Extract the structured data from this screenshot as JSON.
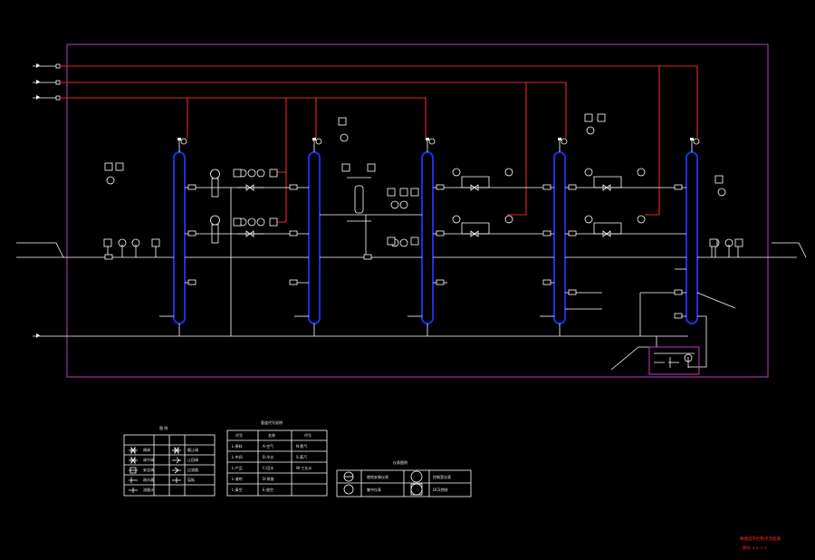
{
  "legend_valves": {
    "title": "图 例",
    "rows": [
      [
        "闸阀",
        "截止阀"
      ],
      [
        "调节阀",
        "止回阀"
      ],
      [
        "安全阀",
        "过滤器"
      ],
      [
        "疏水器",
        "盲板"
      ],
      [
        "流量计",
        ""
      ]
    ]
  },
  "legend_pipes": {
    "title": "管道代号说明",
    "headers": [
      "代号",
      "名称",
      "代号"
    ],
    "rows": [
      [
        "L-原料",
        "A-空气",
        "N-氮气"
      ],
      [
        "L-中间",
        "B-冷水",
        "S-蒸汽"
      ],
      [
        "L-产品",
        "C-回水",
        "W-工业水"
      ],
      [
        "L-溶剂",
        "D-排放",
        ""
      ],
      [
        "L-真空",
        "E-放空",
        ""
      ]
    ]
  },
  "legend_instruments": {
    "title": "仪表图例",
    "items": [
      "就地安装仪表",
      "集中仪表",
      "控制室仪表",
      "DCS控制"
    ]
  },
  "title_block": {
    "line1": "精馏塔带控制点流程图",
    "line2": "图号 ××-××"
  },
  "line_colors": {
    "process": "#ffffff",
    "utility": "#e8262a",
    "boundary": "#c23bc2",
    "column": "#1e2ee0"
  }
}
